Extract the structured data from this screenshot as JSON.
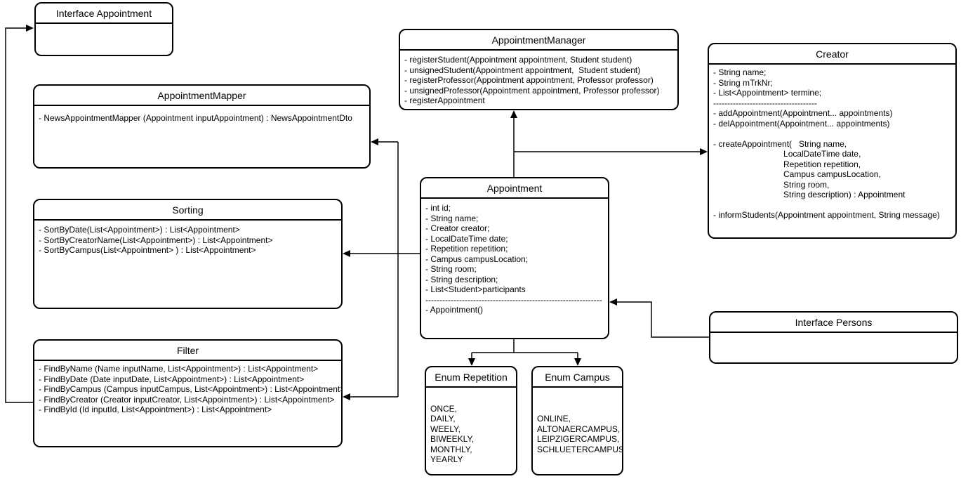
{
  "meta": {
    "diagram_type": "uml-class-diagram",
    "background_color": "#ffffff",
    "stroke_color": "#000000",
    "text_color": "#000000"
  },
  "classes": [
    {
      "id": "interface-appointment",
      "title": "Interface Appointment",
      "lines": []
    },
    {
      "id": "appointment-mapper",
      "title": "AppointmentMapper",
      "lines": [
        "- NewsAppointmentMapper (Appointment inputAppointment) : NewsAppointmentDto"
      ]
    },
    {
      "id": "appointment-manager",
      "title": "AppointmentManager",
      "lines": [
        "- registerStudent(Appointment appointment, Student student)",
        "- unsignedStudent(Appointment appointment,  Student student)",
        "- registerProfessor(Appointment appointment, Professor professor)",
        "- unsignedProfessor(Appointment appointment, Professor professor)",
        "- registerAppointment"
      ]
    },
    {
      "id": "creator",
      "title": "Creator",
      "lines": [
        "- String name;",
        "- String mTrkNr;",
        "- List<Appointment> termine;",
        "-------------------------------------",
        "- addAppointment(Appointment... appointments)",
        "- delAppointment(Appointment... appointments)",
        "",
        "- createAppointment(   String name,",
        "                              LocalDateTime date,",
        "                              Repetition repetition,",
        "                              Campus campusLocation,",
        "                              String room,",
        "                              String description) : Appointment",
        "",
        "- informStudents(Appointment appointment, String message)"
      ]
    },
    {
      "id": "sorting",
      "title": "Sorting",
      "lines": [
        "- SortByDate(List<Appointment>) : List<Appointment>",
        "- SortByCreatorName(List<Appointment>) : List<Appointment>",
        "- SortByCampus(List<Appointment> ) : List<Appointment>"
      ]
    },
    {
      "id": "appointment",
      "title": "Appointment",
      "lines": [
        "- int id;",
        "- String name;",
        "- Creator creator;",
        "- LocalDateTime date;",
        "- Repetition repetition;",
        "- Campus campusLocation;",
        "- String room;",
        "- String description;",
        "- List<Student>participants",
        "---------------------------------------------------------------",
        "- Appointment()"
      ]
    },
    {
      "id": "filter",
      "title": "Filter",
      "lines": [
        "- FindByName (Name inputName, List<Appointment>) : List<Appointment>",
        "- FindByDate (Date inputDate, List<Appointment>) : List<Appointment>",
        "- FindByCampus (Campus inputCampus, List<Appointment>) : List<Appointment>",
        "- FindByCreator (Creator inputCreator, List<Appointment>) : List<Appointment>",
        "- FindById (Id inputId, List<Appointment>) : List<Appointment>"
      ]
    },
    {
      "id": "enum-repetition",
      "title": "Enum Repetition",
      "lines": [
        "",
        "ONCE,",
        "DAILY,",
        "WEELY,",
        "BIWEEKLY,",
        "MONTHLY,",
        "YEARLY"
      ]
    },
    {
      "id": "enum-campus",
      "title": "Enum Campus",
      "lines": [
        "",
        "",
        "ONLINE,",
        "ALTONAERCAMPUS,",
        "LEIPZIGERCAMPUS,",
        "SCHLUETERCAMPUS"
      ]
    },
    {
      "id": "interface-persons",
      "title": "Interface Persons",
      "lines": []
    }
  ],
  "relationships": [
    {
      "from": "Filter",
      "to": "Interface Appointment",
      "style": "arrow"
    },
    {
      "from": "Appointment",
      "to": "AppointmentManager",
      "style": "arrow"
    },
    {
      "from": "Appointment",
      "to": "Creator",
      "style": "arrow"
    },
    {
      "from": "Appointment",
      "to": "Sorting",
      "style": "arrow"
    },
    {
      "from": "Appointment",
      "to": "AppointmentMapper",
      "style": "arrow"
    },
    {
      "from": "Appointment",
      "to": "Filter",
      "style": "arrow"
    },
    {
      "from": "Appointment",
      "to": "Enum Repetition",
      "style": "arrow"
    },
    {
      "from": "Appointment",
      "to": "Enum Campus",
      "style": "arrow"
    },
    {
      "from": "Interface Persons",
      "to": "Appointment",
      "style": "arrow"
    }
  ]
}
